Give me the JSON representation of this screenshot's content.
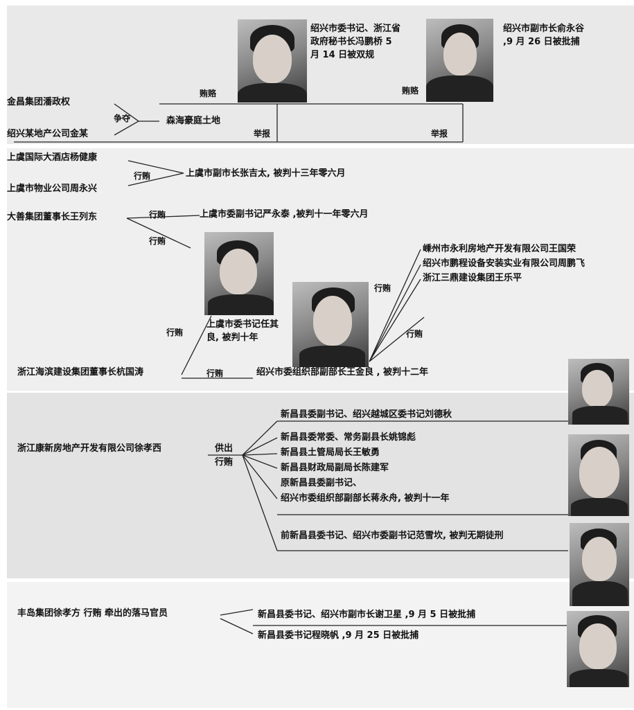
{
  "panel1": {
    "pan": "金昌集团潘政权",
    "jin": "绍兴某地产公司金某",
    "zhengduo": "争夺",
    "land": "森海豪庭土地",
    "bribe": "贿赂",
    "report": "举报",
    "feng": "绍兴市委书记、浙江省政府秘书长冯鹏桥 5 月 14 日被双规",
    "yu": "绍兴市副市长俞永谷 ,9 月 26 日被批捕"
  },
  "panel2": {
    "yang": "上虞国际大酒店杨健康",
    "zhou": "上虞市物业公司周永兴",
    "bribe": "行贿",
    "zhang": "上虞市副市长张吉太, 被判十三年零六月",
    "wangld": "大善集团董事长王列东",
    "yan": "上虞市委副书记严永泰 ,被判十一年零六月",
    "ren": "上虞市委书记任其良, 被判十年",
    "hang": "浙江海滨建设集团董事长杭国涛",
    "wangjl": "绍兴市委组织部副部长王金良 , 被判十二年",
    "wanggr": "嵊州市永利房地产开发有限公司王国荣",
    "zhoupf": "绍兴市鹏程设备安装实业有限公司周鹏飞",
    "wanglp": "浙江三鼎建设集团王乐平"
  },
  "panel3": {
    "xu": "浙江康新房地产开发有限公司徐孝西",
    "gongchu": "供出",
    "bribe": "行贿",
    "liu": "新昌县委副书记、绍兴越城区委书记刘德秋",
    "yao": "新昌县委常委、常务副县长姚锦彪",
    "wang": "新昌县土管局局长王敏勇",
    "chen": "新昌县财政局副局长陈建军",
    "jiang1": "原新昌县委副书记、",
    "jiang2": "绍兴市委组织部副部长蒋永舟, 被判十一年",
    "fan": "前新昌县委书记、绍兴市委副书记范雪坎, 被判无期徒刑"
  },
  "panel4": {
    "xu": "丰岛集团徐孝方  行贿  牵出的落马官员",
    "xie": "新昌县委书记、绍兴市副市长谢卫星 ,9 月 5 日被批捕",
    "cheng": "新昌县委书记程晓帆 ,9 月 25 日被批捕"
  }
}
